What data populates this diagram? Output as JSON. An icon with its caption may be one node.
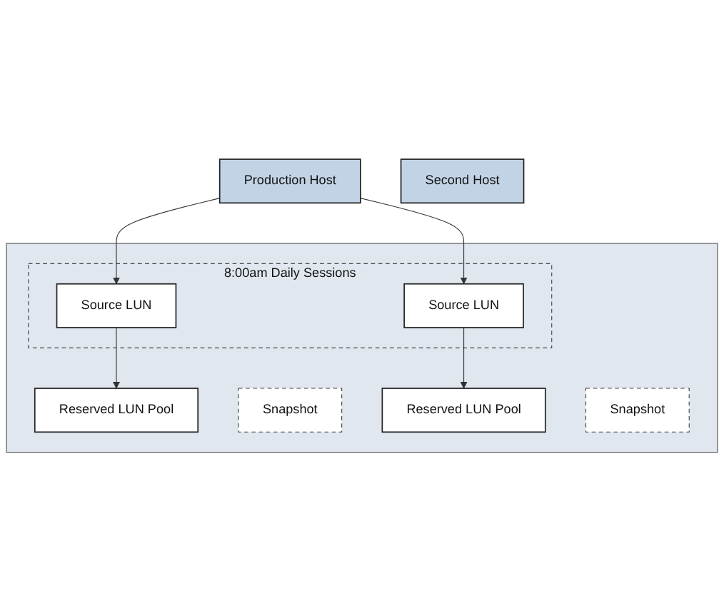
{
  "diagram": {
    "nodes": [
      {
        "text": [
          "Production Host"
        ]
      },
      {
        "text": [
          "Second Host"
        ]
      },
      {
        "text": [],
        "shape": "box"
      },
      {
        "text": [
          "8:00am Daily Sessions"
        ],
        "in": 2
      },
      {
        "text": [
          "Source LUN"
        ],
        "in": 3
      },
      {
        "text": [
          "Reserved LUN Pool"
        ],
        "in": 2
      },
      {
        "text": [
          "Snapshot"
        ],
        "in": 2
      },
      {
        "text": [
          "Source LUN"
        ],
        "in": 3
      },
      {
        "text": [
          "Reserved LUN Pool"
        ],
        "in": 2
      },
      {
        "text": [
          "Snapshot"
        ],
        "in": 2
      }
    ],
    "edges": [
      {
        "from": 0,
        "to": 4,
        "arrow": "to"
      },
      {
        "from": 0,
        "to": 7,
        "arrow": "to"
      },
      {
        "from": 4,
        "to": 5,
        "arrow": "to"
      },
      {
        "from": 7,
        "to": 8,
        "arrow": "to"
      }
    ]
  }
}
